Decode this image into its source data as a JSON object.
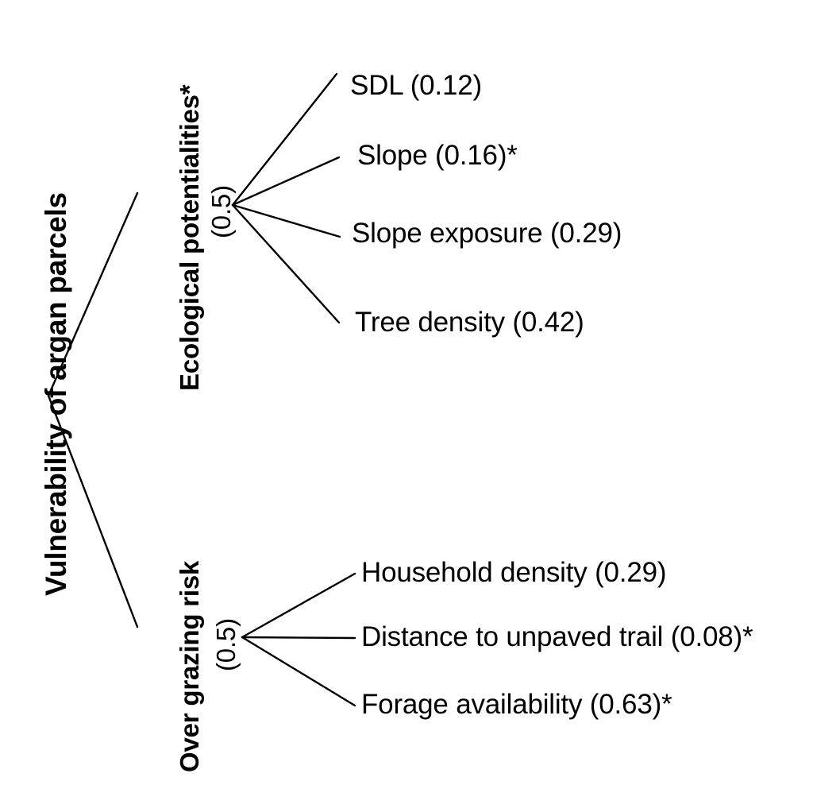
{
  "diagram": {
    "type": "hierarchy-tree",
    "title": "Vulnerability of argan parcels criteria hierarchy",
    "line_color": "#000000",
    "background_color": "#ffffff",
    "text_color": "#000000",
    "root": {
      "label": "Vulnerability of argan parcels"
    },
    "branches": [
      {
        "label": "Ecological potentialities*",
        "weight": "(0.5)",
        "leaves": [
          {
            "label": "SDL (0.12)"
          },
          {
            "label": "Slope (0.16)*"
          },
          {
            "label": "Slope exposure (0.29)"
          },
          {
            "label": "Tree density (0.42)"
          }
        ]
      },
      {
        "label": "Over grazing risk",
        "weight": "(0.5)",
        "leaves": [
          {
            "label": "Household density (0.29)"
          },
          {
            "label": "Distance to unpaved trail (0.08)*"
          },
          {
            "label": "Forage availability (0.63)*"
          }
        ]
      }
    ]
  }
}
